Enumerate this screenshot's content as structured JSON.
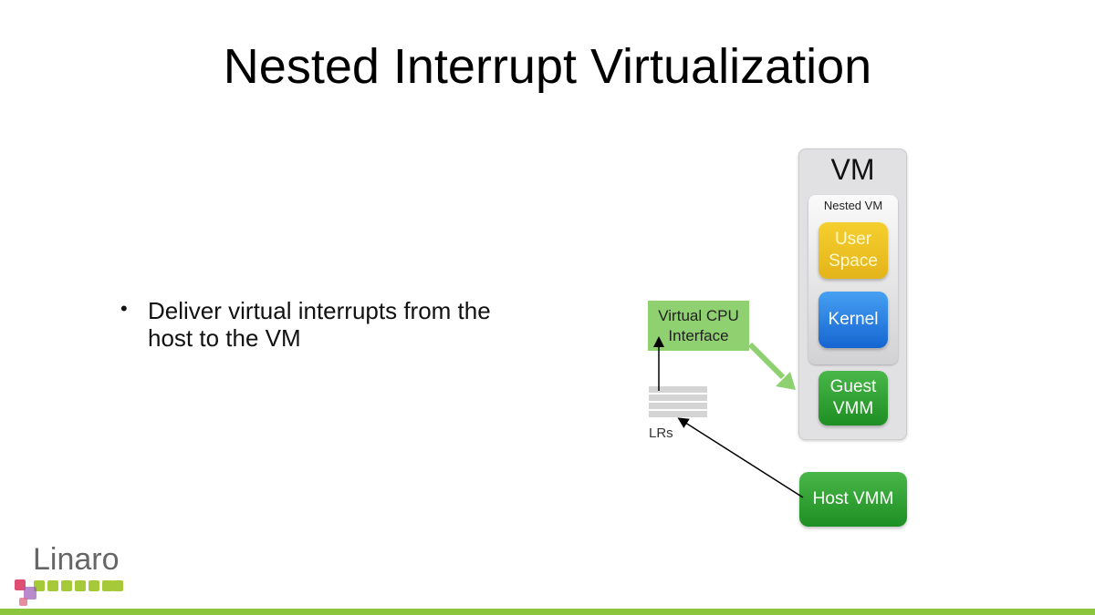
{
  "slide": {
    "title": "Nested Interrupt Virtualization",
    "bullet": "Deliver virtual interrupts from the host to the VM",
    "bullet_marker": "•"
  },
  "diagram": {
    "vm": "VM",
    "nested_vm": "Nested VM",
    "user_space": "User Space",
    "kernel": "Kernel",
    "guest_vmm": "Guest VMM",
    "host_vmm": "Host VMM",
    "virtual_cpu_interface": "Virtual CPU Interface",
    "lrs": "LRs",
    "colors": {
      "user_space": "#e9bd22",
      "kernel": "#2d7fe0",
      "vmm": "#2fa032",
      "vcpu": "#8fd170",
      "arrow_green": "#8fd170"
    }
  },
  "footer": {
    "logo": "Linaro",
    "accent": "#8cc63f"
  }
}
